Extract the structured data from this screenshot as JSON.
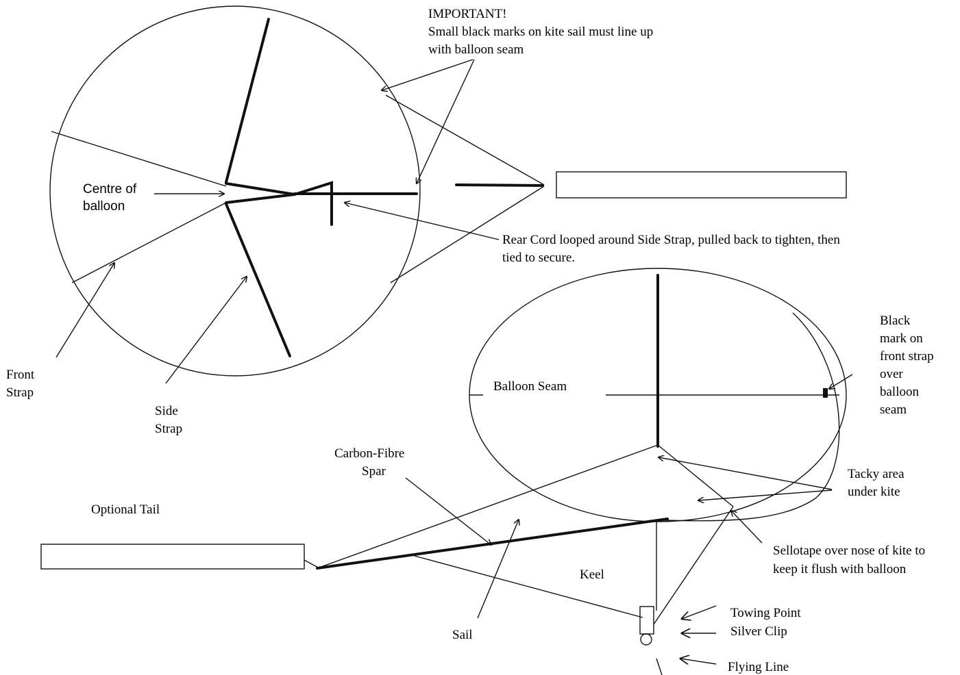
{
  "labels": {
    "important_title": "IMPORTANT!",
    "important_line1": "Small black marks on kite sail must line up",
    "important_line2": "with balloon seam",
    "centre_line1": "Centre of",
    "centre_line2": "balloon",
    "rear_cord_line1": "Rear Cord looped around Side Strap, pulled back to tighten, then",
    "rear_cord_line2": "tied to secure.",
    "front_strap_line1": "Front",
    "front_strap_line2": "Strap",
    "side_strap_line1": "Side",
    "side_strap_line2": "Strap",
    "balloon_seam": "Balloon Seam",
    "black_mark_lines": [
      "Black",
      "mark on",
      "front strap",
      "over",
      "balloon",
      "seam"
    ],
    "carbon_line1": "Carbon-Fibre",
    "carbon_line2": "Spar",
    "optional_tail": "Optional Tail",
    "tacky_line1": "Tacky area",
    "tacky_line2": "under kite",
    "sellotape_line1": "Sellotape over nose of kite to",
    "sellotape_line2": "keep it flush with balloon",
    "keel": "Keel",
    "sail": "Sail",
    "towing_point": "Towing Point",
    "silver_clip": "Silver Clip",
    "flying_line": "Flying Line"
  }
}
